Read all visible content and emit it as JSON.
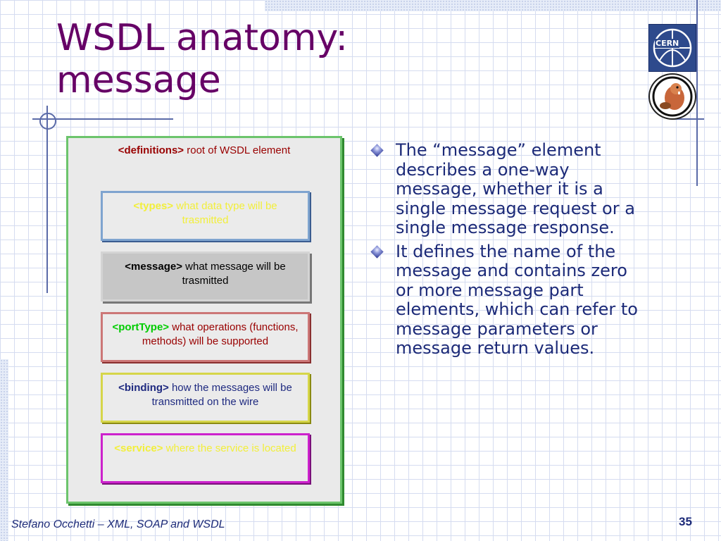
{
  "slide": {
    "title_lines": [
      "WSDL anatomy:",
      "message"
    ],
    "diagram": {
      "definitions": {
        "tag": "<definitions>",
        "desc": "root of WSDL element"
      },
      "types": {
        "tag": "<types>",
        "desc": "what data type will be trasmitted"
      },
      "message": {
        "tag": "<message>",
        "desc": "what message will be trasmitted"
      },
      "porttype": {
        "tag": "<portType>",
        "desc": "what operations (functions, methods) will be supported"
      },
      "binding": {
        "tag": "<binding>",
        "desc": "how the messages will be transmitted on the wire"
      },
      "service": {
        "tag": "<service>",
        "desc": "where the service is located"
      }
    },
    "bullets": [
      "The “message” element describes a one-way message, whether it is a single message request or a single message response.",
      "It defines the name of the message and contains zero or more message part elements, which can refer to message parameters or message return values."
    ],
    "footer": "Stefano Occhetti – XML, SOAP and WSDL",
    "page_number": "35",
    "logos": {
      "cern_text": "CERN"
    }
  },
  "colors": {
    "title": "#660066",
    "body_text": "#1c2a78",
    "outer_border": "#6cc46c",
    "types_border": "#7fa4cf",
    "porttype_border": "#cc7777",
    "binding_border": "#d6d64a",
    "service_border": "#cc22cc"
  },
  "icons": [
    "cern-logo-icon",
    "beaver-logo-icon",
    "diamond-bullet-icon"
  ]
}
